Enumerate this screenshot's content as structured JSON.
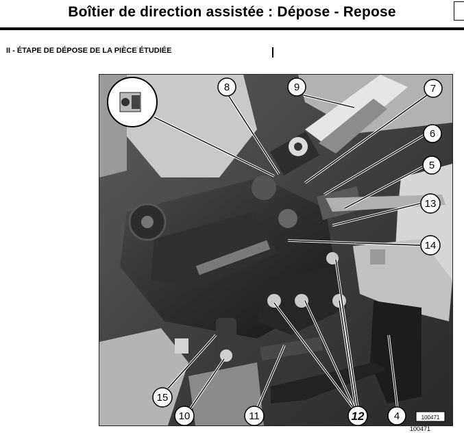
{
  "header": {
    "title": "Boîtier de direction assistée : Dépose - Repose"
  },
  "section": {
    "heading": "II - ÉTAPE DE DÉPOSE DE LA PIÈCE ÉTUDIÉE"
  },
  "figure": {
    "callouts": [
      "8",
      "9",
      "7",
      "6",
      "5",
      "13",
      "14",
      "15",
      "10",
      "11",
      "12",
      "4"
    ],
    "image_tag": "100471",
    "reference": "100471"
  }
}
